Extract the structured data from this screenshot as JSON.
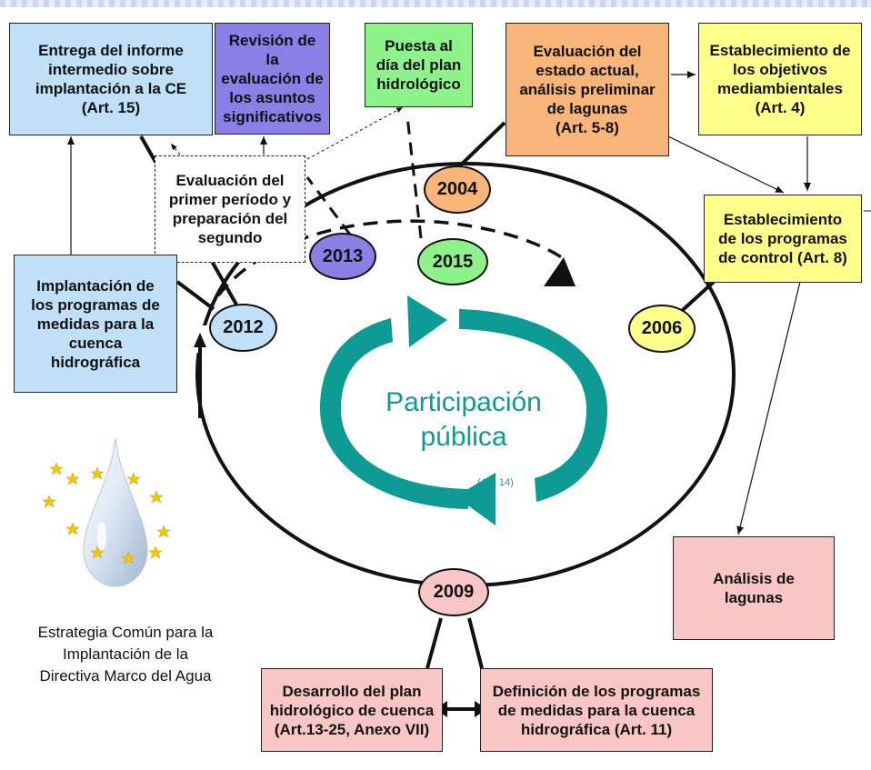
{
  "years": {
    "y2004": "2004",
    "y2006": "2006",
    "y2009": "2009",
    "y2012": "2012",
    "y2013": "2013",
    "y2015": "2015"
  },
  "boxes": {
    "entrega": "Entrega del informe\nintermedio sobre\nimplantación a la CE\n(Art. 15)",
    "revision": "Revisión de la\nevaluación de\nlos asuntos\nsignificativos",
    "puesta": "Puesta al\ndía del plan\nhidrológico",
    "evaluacion_estado": "Evaluación del\nestado actual,\nanálisis preliminar\nde lagunas\n(Art. 5-8)",
    "objetivos": "Establecimiento de\nlos objetivos\nmediambientales\n(Art. 4)",
    "evaluacion_periodo": "Evaluación del\nprimer período y\npreparación del\nsegundo",
    "programas_control": "Establecimiento\nde los programas\nde control (Art. 8)",
    "implantacion": "Implantación de\nlos programas de\nmedidas para la\ncuenca\nhidrográfica",
    "analisis_lagunas": "Análisis de\nlagunas",
    "desarrollo_plan": "Desarrollo del plan\nhidrológico de cuenca\n(Art.13-25, Anexo VII)",
    "definicion_programas": "Definición de los programas\nde medidas para la cuenca\nhidrográfica (Art. 11)"
  },
  "center": {
    "title": "Participación\npública",
    "article": "(Art. 14)"
  },
  "logo": {
    "caption": "Estrategia Común para la\nImplantación de la\nDirectiva Marco del Agua"
  },
  "colors": {
    "teal_arrow": "#0e9a95",
    "blue_box": "#bfe0f7",
    "purple_box": "#8b7fe6",
    "green_box": "#8ef28a",
    "orange_box": "#f7b57a",
    "yellow_box": "#ffff8c",
    "pink_box": "#f9c6c6",
    "gold_star": "#f2c700"
  }
}
